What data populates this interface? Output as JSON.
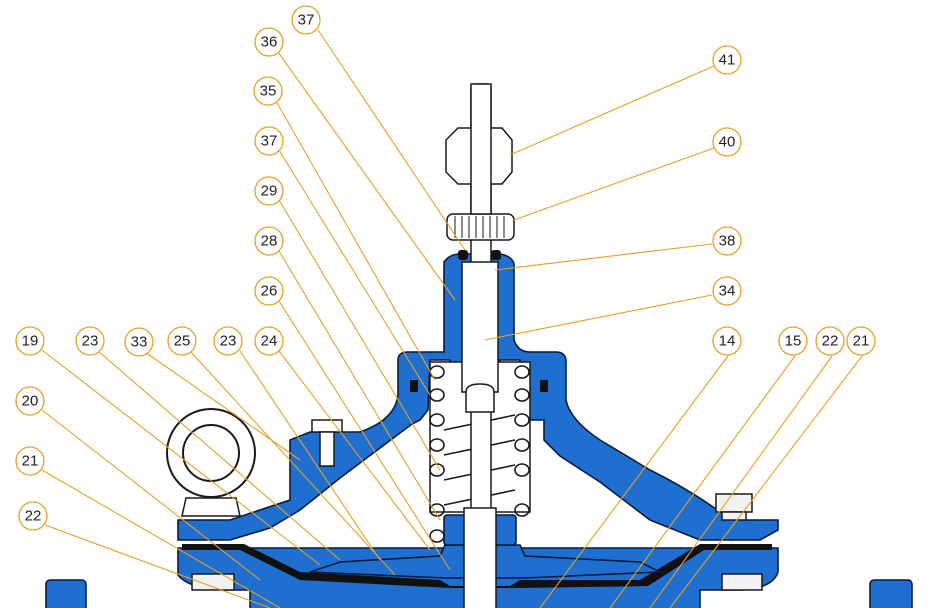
{
  "colors": {
    "body": "#1e6fd0",
    "outline": "#0a1a3a",
    "leader": "#e6a023",
    "gasket": "#111111"
  },
  "callouts": [
    {
      "id": "c37a",
      "label": "37"
    },
    {
      "id": "c36",
      "label": "36"
    },
    {
      "id": "c35",
      "label": "35"
    },
    {
      "id": "c37b",
      "label": "37"
    },
    {
      "id": "c29",
      "label": "29"
    },
    {
      "id": "c28",
      "label": "28"
    },
    {
      "id": "c26",
      "label": "26"
    },
    {
      "id": "c19",
      "label": "19"
    },
    {
      "id": "c23a",
      "label": "23"
    },
    {
      "id": "c33",
      "label": "33"
    },
    {
      "id": "c25",
      "label": "25"
    },
    {
      "id": "c23b",
      "label": "23"
    },
    {
      "id": "c24",
      "label": "24"
    },
    {
      "id": "c20",
      "label": "20"
    },
    {
      "id": "c21a",
      "label": "21"
    },
    {
      "id": "c22a",
      "label": "22"
    },
    {
      "id": "c41",
      "label": "41"
    },
    {
      "id": "c40",
      "label": "40"
    },
    {
      "id": "c38",
      "label": "38"
    },
    {
      "id": "c34",
      "label": "34"
    },
    {
      "id": "c14",
      "label": "14"
    },
    {
      "id": "c15",
      "label": "15"
    },
    {
      "id": "c22b",
      "label": "22"
    },
    {
      "id": "c21b",
      "label": "21"
    }
  ]
}
